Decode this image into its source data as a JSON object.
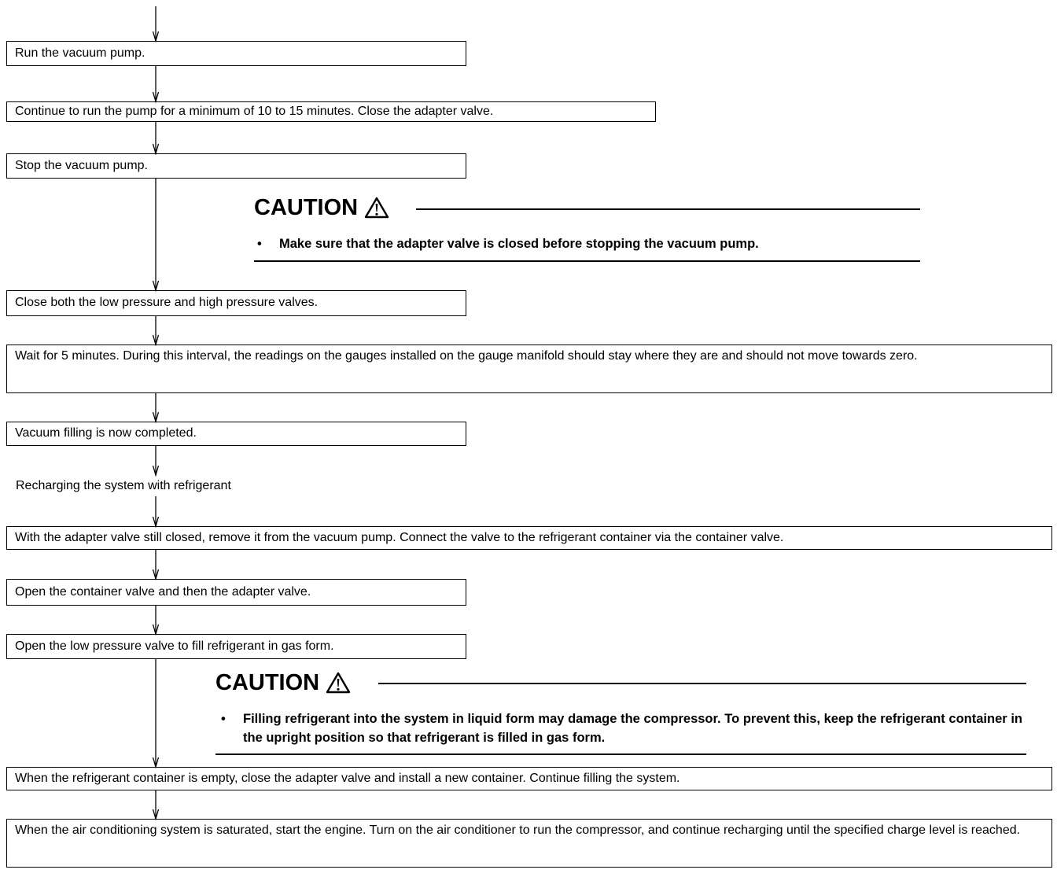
{
  "steps": [
    "Run the vacuum pump.",
    "Continue to run the pump for a minimum of 10 to 15 minutes.  Close the adapter valve.",
    "Stop the vacuum pump.",
    "Close both the low pressure and high pressure valves.",
    "Wait for 5 minutes.  During this interval, the readings on the gauges installed on the gauge manifold should stay where they are and should not move towards zero.",
    "Vacuum filling is now completed.",
    "Recharging the system with refrigerant",
    "With the adapter valve still closed, remove it from the vacuum pump.  Connect the valve to the refrigerant container via the container valve.",
    "Open the container valve and then the adapter valve.",
    "Open the low pressure valve to fill refrigerant in gas form.",
    "When the refrigerant container is empty, close the adapter valve and install a new container.  Continue filling the system.",
    "When the air conditioning system is saturated, start the engine.  Turn on the air conditioner to run the compressor, and continue recharging until the specified charge level is reached."
  ],
  "cautions": [
    {
      "title": "CAUTION",
      "icon": "warning-triangle-icon",
      "bullet": "•",
      "text": "Make sure that the adapter valve is closed before stopping the vacuum pump."
    },
    {
      "title": "CAUTION",
      "icon": "warning-triangle-icon",
      "bullet": "•",
      "text": "Filling refrigerant into the system in liquid form may damage the compressor.  To prevent this, keep the refrigerant container in the upright position so that refrigerant is filled in gas form."
    }
  ]
}
